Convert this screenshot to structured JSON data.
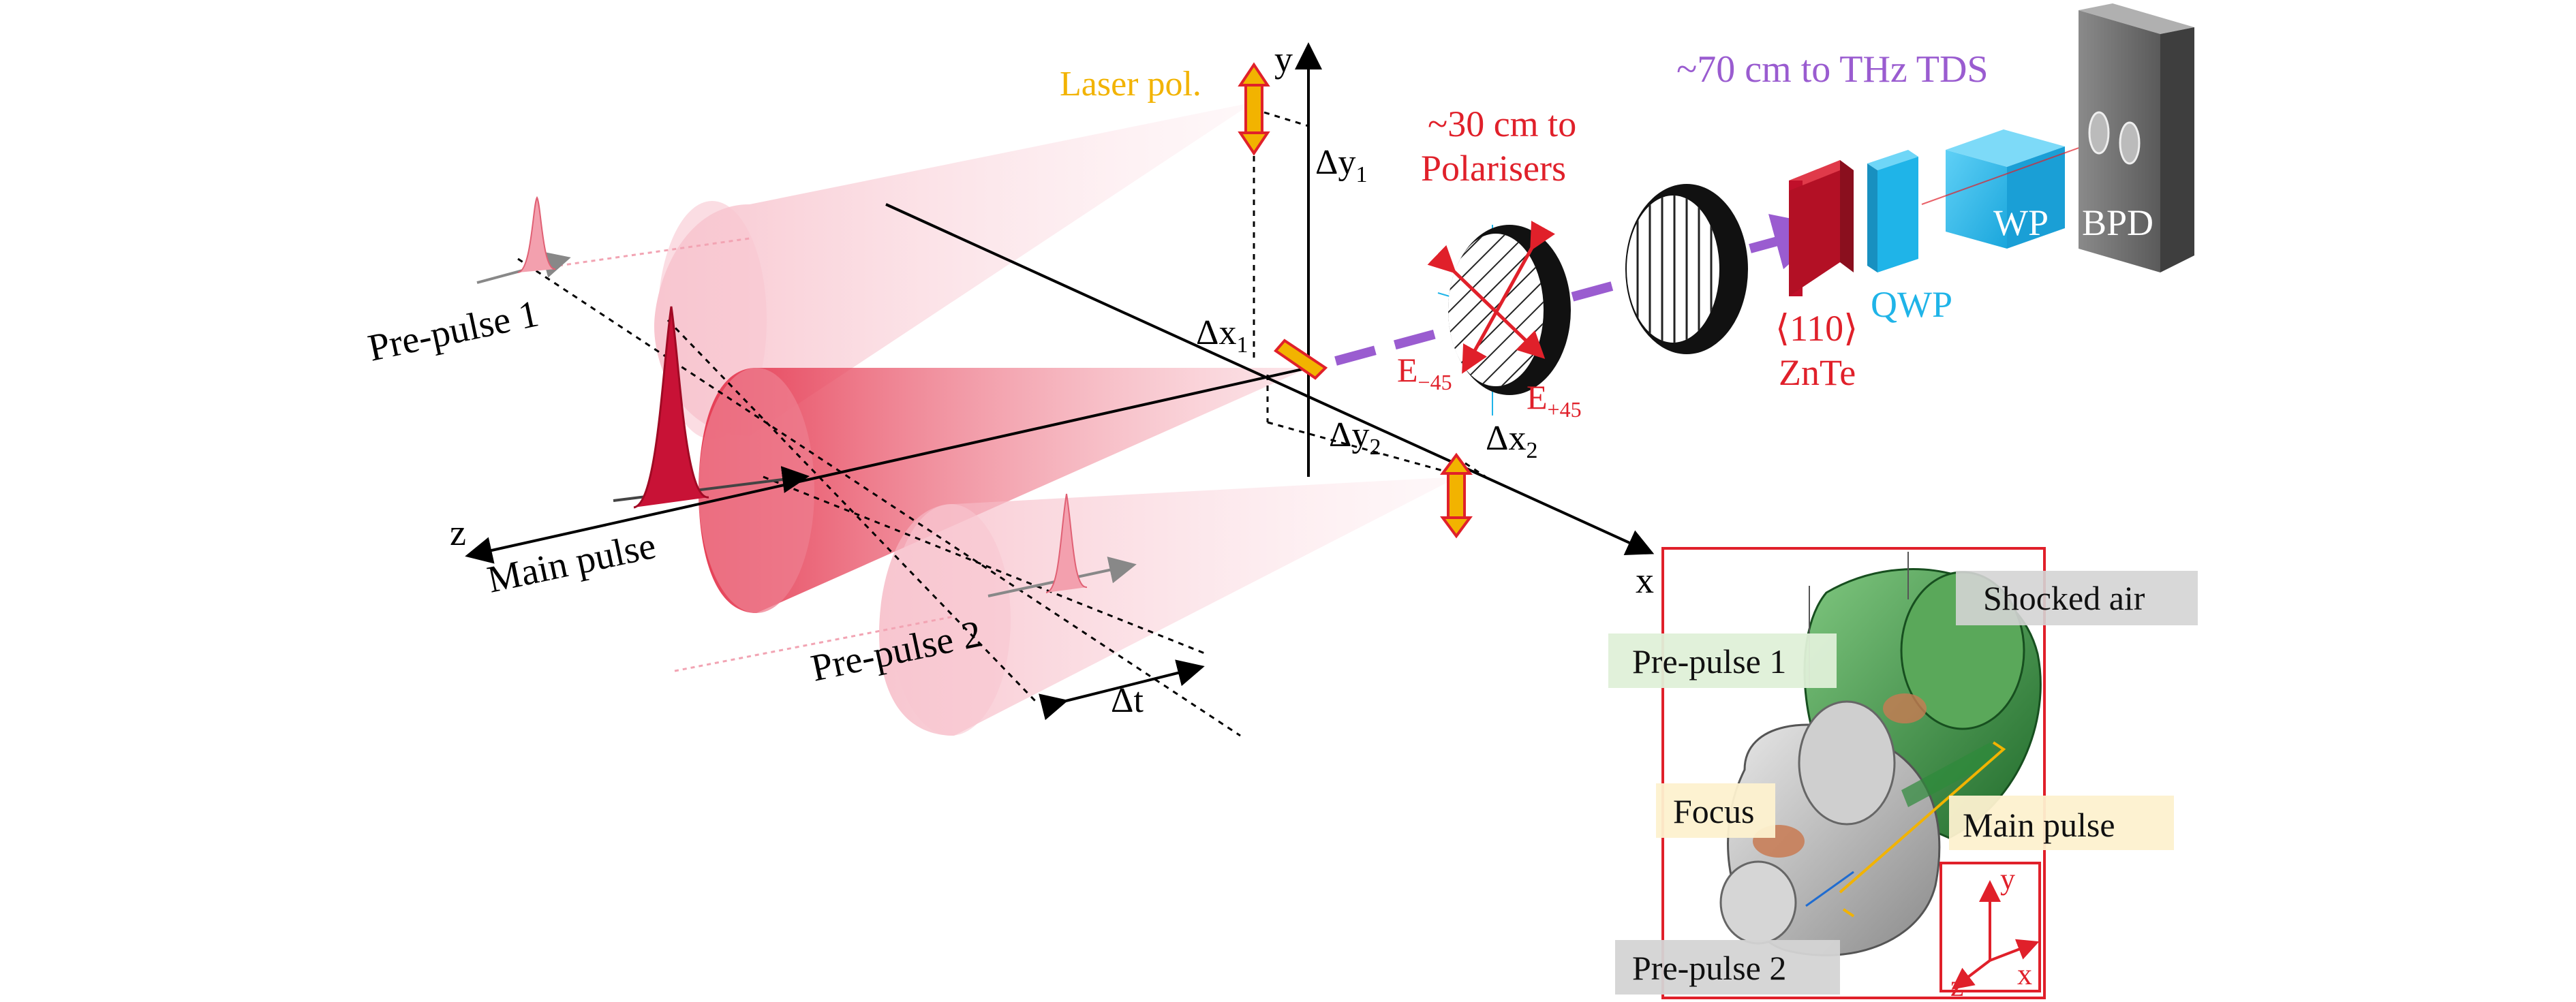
{
  "title": "~70 cm to THz TDS",
  "labels": {
    "laser_pol": "Laser pol.",
    "polarisers_line1": "~30 cm to",
    "polarisers_line2": "Polarisers",
    "axis_y": "y",
    "axis_x": "x",
    "axis_z": "z",
    "dy1": "Δy",
    "dy1_sub": "1",
    "dy2": "Δy",
    "dy2_sub": "2",
    "dx1": "Δx",
    "dx1_sub": "1",
    "dx2": "Δx",
    "dx2_sub": "2",
    "e_minus": "E",
    "e_minus_sub": "−45",
    "e_plus": "E",
    "e_plus_sub": "+45",
    "prepulse1": "Pre-pulse 1",
    "prepulse2": "Pre-pulse 2",
    "main_pulse": "Main pulse",
    "delta_t": "Δt",
    "znte_line1": "⟨110⟩",
    "znte_line2": "ZnTe",
    "qwp": "QWP",
    "wp": "WP",
    "bpd": "BPD"
  },
  "inset": {
    "shocked_air": "Shocked air",
    "prepulse1": "Pre-pulse 1",
    "focus": "Focus",
    "main_pulse": "Main pulse",
    "prepulse2": "Pre-pulse 2",
    "axis_y": "y",
    "axis_x": "x",
    "axis_z": "z"
  },
  "colors": {
    "red": "#e0202a",
    "dark_red": "#c0102a",
    "violet": "#9a5cd0",
    "cyan": "#1fb4e8",
    "gold": "#f2b300",
    "gray": "#6e6e6e"
  }
}
